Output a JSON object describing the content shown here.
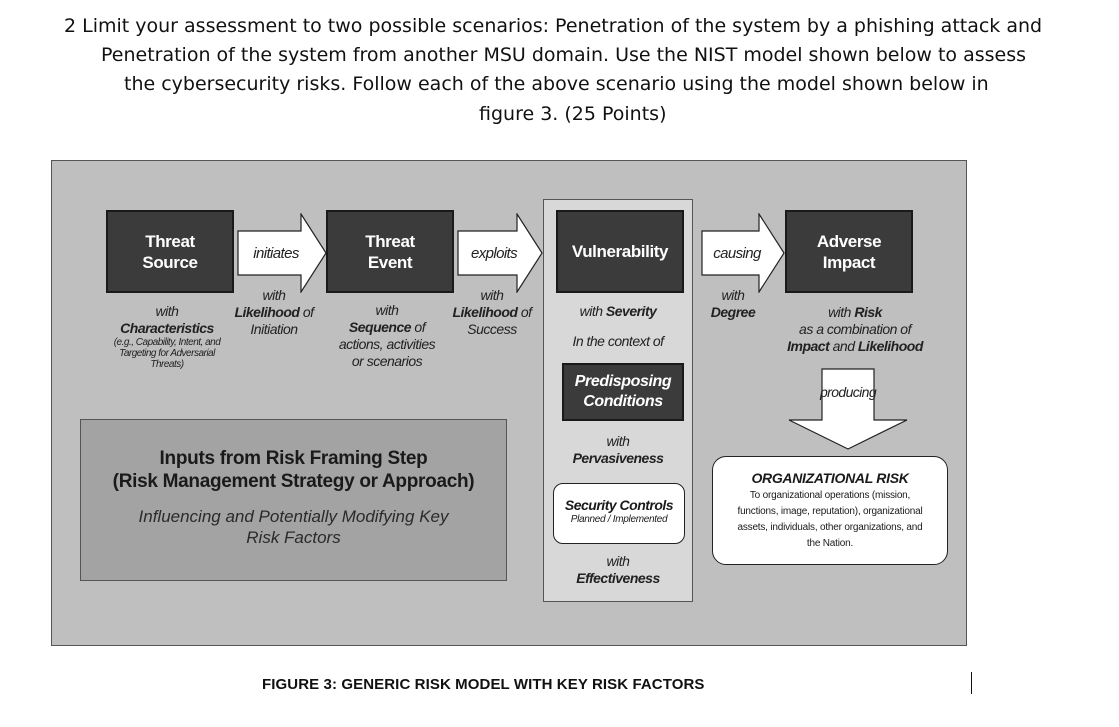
{
  "question": {
    "line1": "2  Limit your assessment to two possible scenarios: Penetration of the system by a phishing attack and",
    "line2": "Penetration of the system from another MSU domain. Use the NIST model shown below to assess",
    "line3": "the  cybersecurity risks. Follow each of the above scenario using the model shown below in",
    "line4": "figure 3. (25  Points)"
  },
  "diagram": {
    "threat_source": {
      "line1": "Threat",
      "line2": "Source"
    },
    "threat_event": {
      "line1": "Threat",
      "line2": "Event"
    },
    "vulnerability": {
      "label": "Vulnerability"
    },
    "adverse_impact": {
      "line1": "Adverse",
      "line2": "Impact"
    },
    "arrows": {
      "initiates": "initiates",
      "exploits": "exploits",
      "causing": "causing",
      "producing": "producing"
    },
    "source_attrs": {
      "with": "with",
      "characteristics": "Characteristics",
      "eg1": "(e.g., Capability, Intent, and",
      "eg2": "Targeting for Adversarial",
      "eg3": "Threats)"
    },
    "initiation_attrs": {
      "with": "with",
      "likelihood": "Likelihood",
      "of": "of",
      "initiation": "Initiation"
    },
    "event_attrs": {
      "with": "with",
      "sequence": "Sequence",
      "of": "of",
      "line3": "actions, activities",
      "line4": "or scenarios"
    },
    "success_attrs": {
      "with": "with",
      "likelihood": "Likelihood",
      "of": "of",
      "success": "Success"
    },
    "vuln_attrs": {
      "with": "with",
      "severity": "Severity",
      "context": "In the context of"
    },
    "predisposing": {
      "line1": "Predisposing",
      "line2": "Conditions"
    },
    "pervasiveness": {
      "with": "with",
      "label": "Pervasiveness"
    },
    "security_controls": {
      "label": "Security Controls",
      "sub": "Planned / Implemented"
    },
    "effectiveness": {
      "with": "with",
      "label": "Effectiveness"
    },
    "degree_attrs": {
      "with": "with",
      "degree": "Degree"
    },
    "risk_attrs": {
      "with": "with",
      "risk": "Risk",
      "line2": "as a combination of",
      "impact": "Impact",
      "and": "and",
      "likelihood": "Likelihood"
    },
    "inputs": {
      "title1": "Inputs from Risk Framing Step",
      "title2": "(Risk Management Strategy or Approach)",
      "sub1": "Influencing and Potentially Modifying Key",
      "sub2": "Risk Factors"
    },
    "org_risk": {
      "title": "ORGANIZATIONAL RISK",
      "line1": "To organizational operations (mission,",
      "line2": "functions, image, reputation), organizational",
      "line3": "assets, individuals, other organizations, and",
      "line4": "the Nation."
    }
  },
  "caption": "FIGURE 3: GENERIC RISK MODEL WITH KEY RISK FACTORS"
}
